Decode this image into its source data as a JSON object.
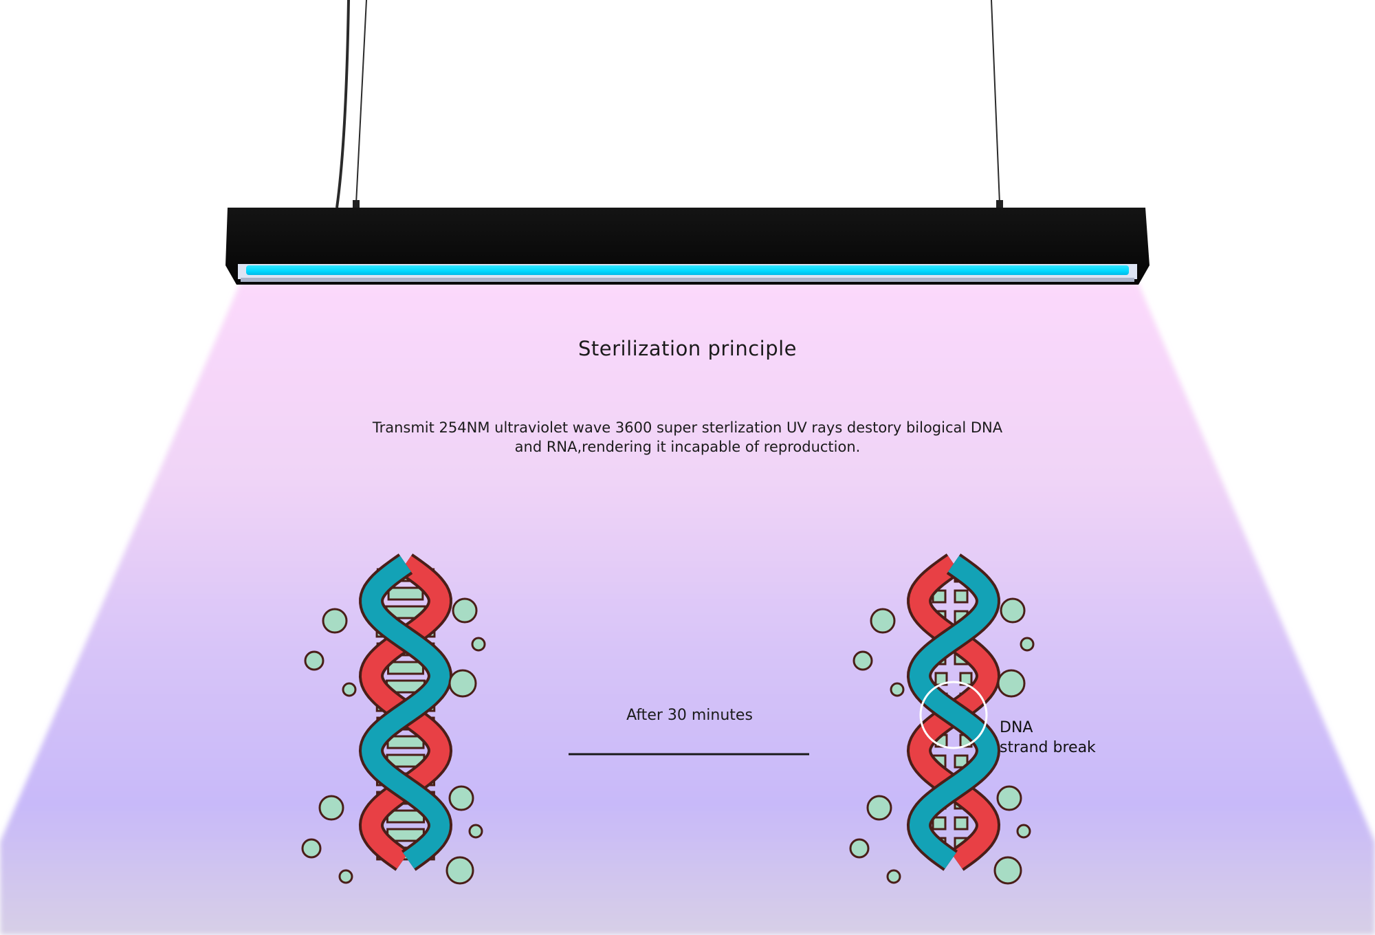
{
  "heading": "Sterilization principle",
  "description": "Transmit 254NM ultraviolet wave 3600 super sterlization UV rays destory bilogical DNA and RNA,rendering it incapable of reproduction.",
  "process_label": "After 30 minutes",
  "callout": {
    "line1": "DNA",
    "line2": "strand break"
  },
  "colors": {
    "uv_tube": "#00d8ff",
    "lamp_body": "#0b0b0b",
    "strand_red": "#e84045",
    "strand_teal": "#13a2b6",
    "base_pair": "#a7dcc4",
    "outline": "#4a1e18",
    "light_top": "#fbd9fb",
    "light_mid": "#c8b9f9",
    "light_bottom": "#d7cfe6"
  }
}
